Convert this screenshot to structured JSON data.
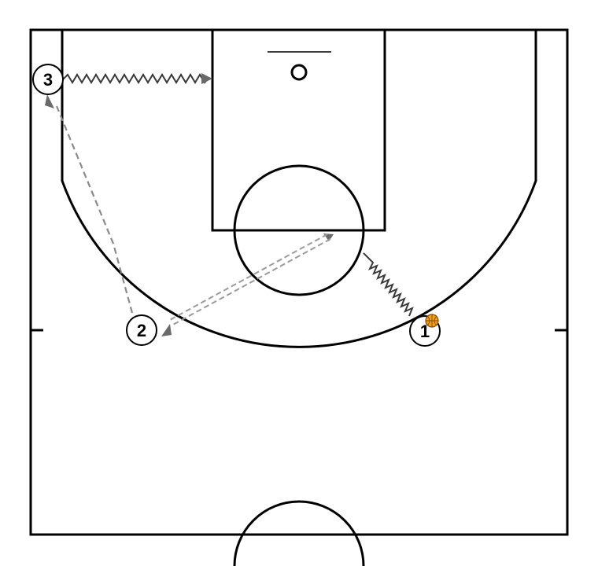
{
  "diagram": {
    "players": [
      {
        "id": "player-1",
        "label": "1",
        "has_ball": true
      },
      {
        "id": "player-2",
        "label": "2",
        "has_ball": false
      },
      {
        "id": "player-3",
        "label": "3",
        "has_ball": false
      }
    ],
    "colors": {
      "court_line": "#000000",
      "pass_line": "#9a9a9a",
      "dribble_line": "#3a3a3a",
      "cut_line": "#8a8a8a",
      "ball": "#f0a020"
    }
  }
}
